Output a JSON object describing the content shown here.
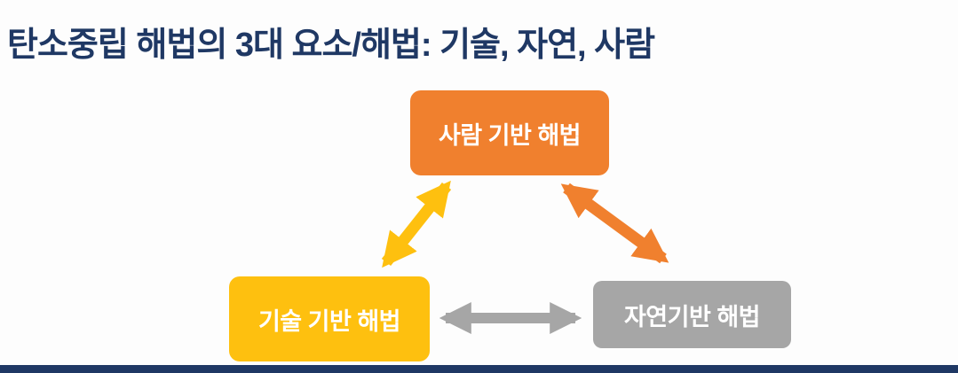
{
  "slide": {
    "title": "탄소중립 해법의 3대 요소/해법: 기술, 자연, 사람"
  },
  "colors": {
    "title_text": "#1f3864",
    "background": "#fdfdfd",
    "footer_bar": "#1f3864",
    "box_text": "#ffffff",
    "orange": "#f0802e",
    "yellow": "#fec00f",
    "gray": "#a6a6a6"
  },
  "diagram": {
    "nodes": [
      {
        "id": "people-based",
        "label": "사람 기반 해법",
        "color": "#f0802e"
      },
      {
        "id": "technology-based",
        "label": "기술 기반 해법",
        "color": "#fec00f"
      },
      {
        "id": "nature-based",
        "label": "자연기반 해법",
        "color": "#a6a6a6"
      }
    ],
    "edges": [
      {
        "name": "technology-people",
        "type": "double-arrow",
        "color": "#fec00f"
      },
      {
        "name": "people-nature",
        "type": "double-arrow",
        "color": "#f0802e"
      },
      {
        "name": "technology-nature",
        "type": "double-arrow",
        "color": "#a6a6a6"
      }
    ]
  }
}
